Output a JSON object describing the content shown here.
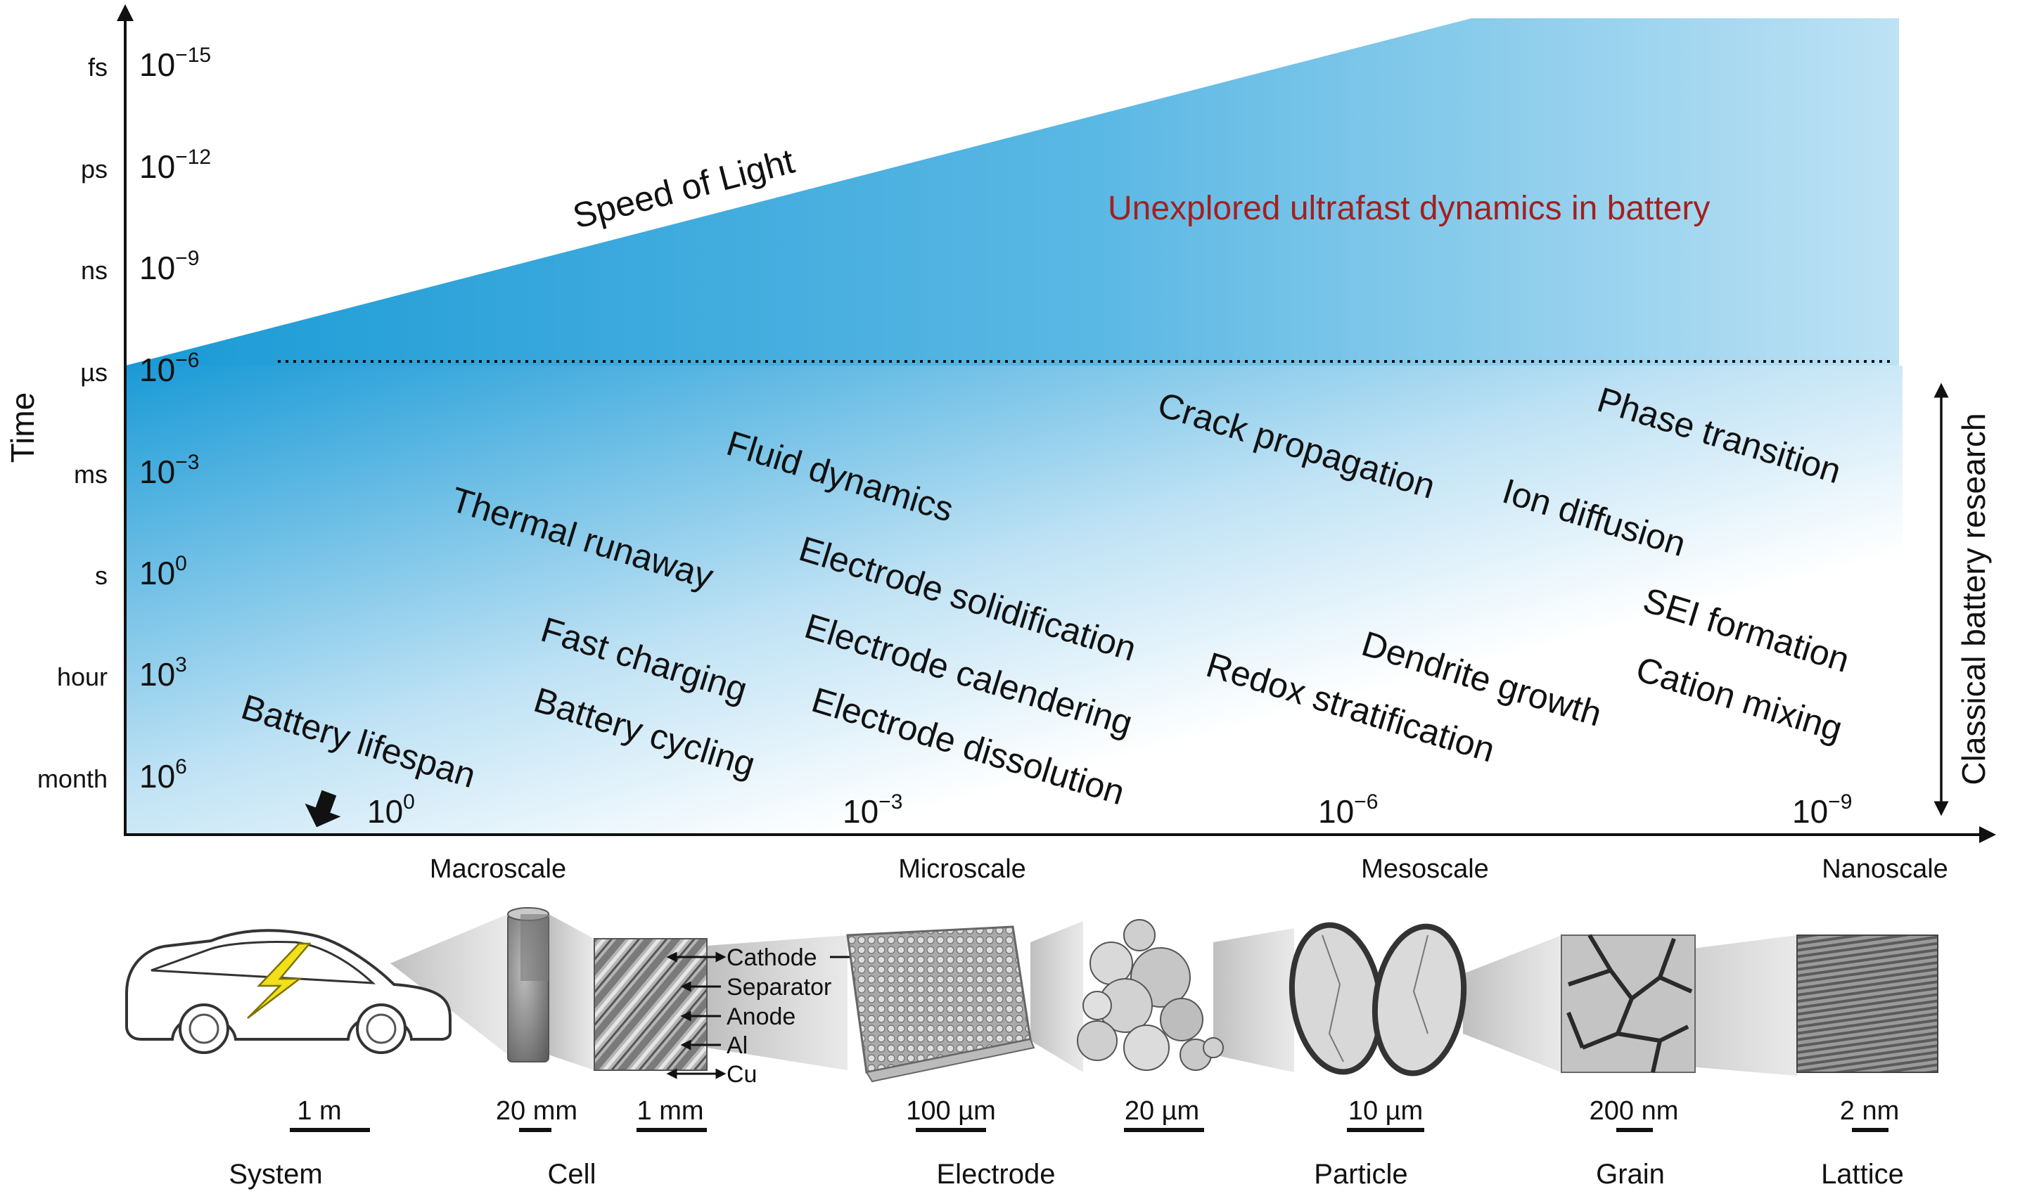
{
  "axis": {
    "y_title": "Time",
    "right_title": "Classical battery research"
  },
  "time_units": [
    "fs",
    "ps",
    "ns",
    "µs",
    "ms",
    "s",
    "hour",
    "month"
  ],
  "time_powers": [
    {
      "base": "10",
      "exp": "−15"
    },
    {
      "base": "10",
      "exp": "−12"
    },
    {
      "base": "10",
      "exp": "−9"
    },
    {
      "base": "10",
      "exp": "−6"
    },
    {
      "base": "10",
      "exp": "−3"
    },
    {
      "base": "10",
      "exp": "0"
    },
    {
      "base": "10",
      "exp": "3"
    },
    {
      "base": "10",
      "exp": "6"
    }
  ],
  "length_powers": [
    {
      "base": "10",
      "exp": "0"
    },
    {
      "base": "10",
      "exp": "−3"
    },
    {
      "base": "10",
      "exp": "−6"
    },
    {
      "base": "10",
      "exp": "−9"
    }
  ],
  "scale_labels": [
    "Macroscale",
    "Microscale",
    "Mesoscale",
    "Nanoscale"
  ],
  "speed_of_light": "Speed of Light",
  "unexplored": "Unexplored ultrafast dynamics in battery",
  "phenomena": [
    "Phase transition",
    "Crack propagation",
    "Fluid dynamics",
    "Ion diffusion",
    "Thermal runaway",
    "Electrode solidification",
    "SEI formation",
    "Fast charging",
    "Electrode calendering",
    "Dendrite growth",
    "Redox stratification",
    "Cation mixing",
    "Battery lifespan",
    "Battery cycling",
    "Electrode dissolution"
  ],
  "layer_labels": [
    "Cathode",
    "Separator",
    "Anode",
    "Al",
    "Cu"
  ],
  "scale_bars": [
    "1 m",
    "20 mm",
    "1 mm",
    "100 µm",
    "20 µm",
    "10 µm",
    "200 nm",
    "2 nm"
  ],
  "levels": [
    "System",
    "Cell",
    "Electrode",
    "Particle",
    "Grain",
    "Lattice"
  ],
  "colors": {
    "accent_blue": "#1a9ad6",
    "light_blue": "#d8eef9",
    "unexplored_red": "#a3201f",
    "text": "#1a1a1a"
  }
}
